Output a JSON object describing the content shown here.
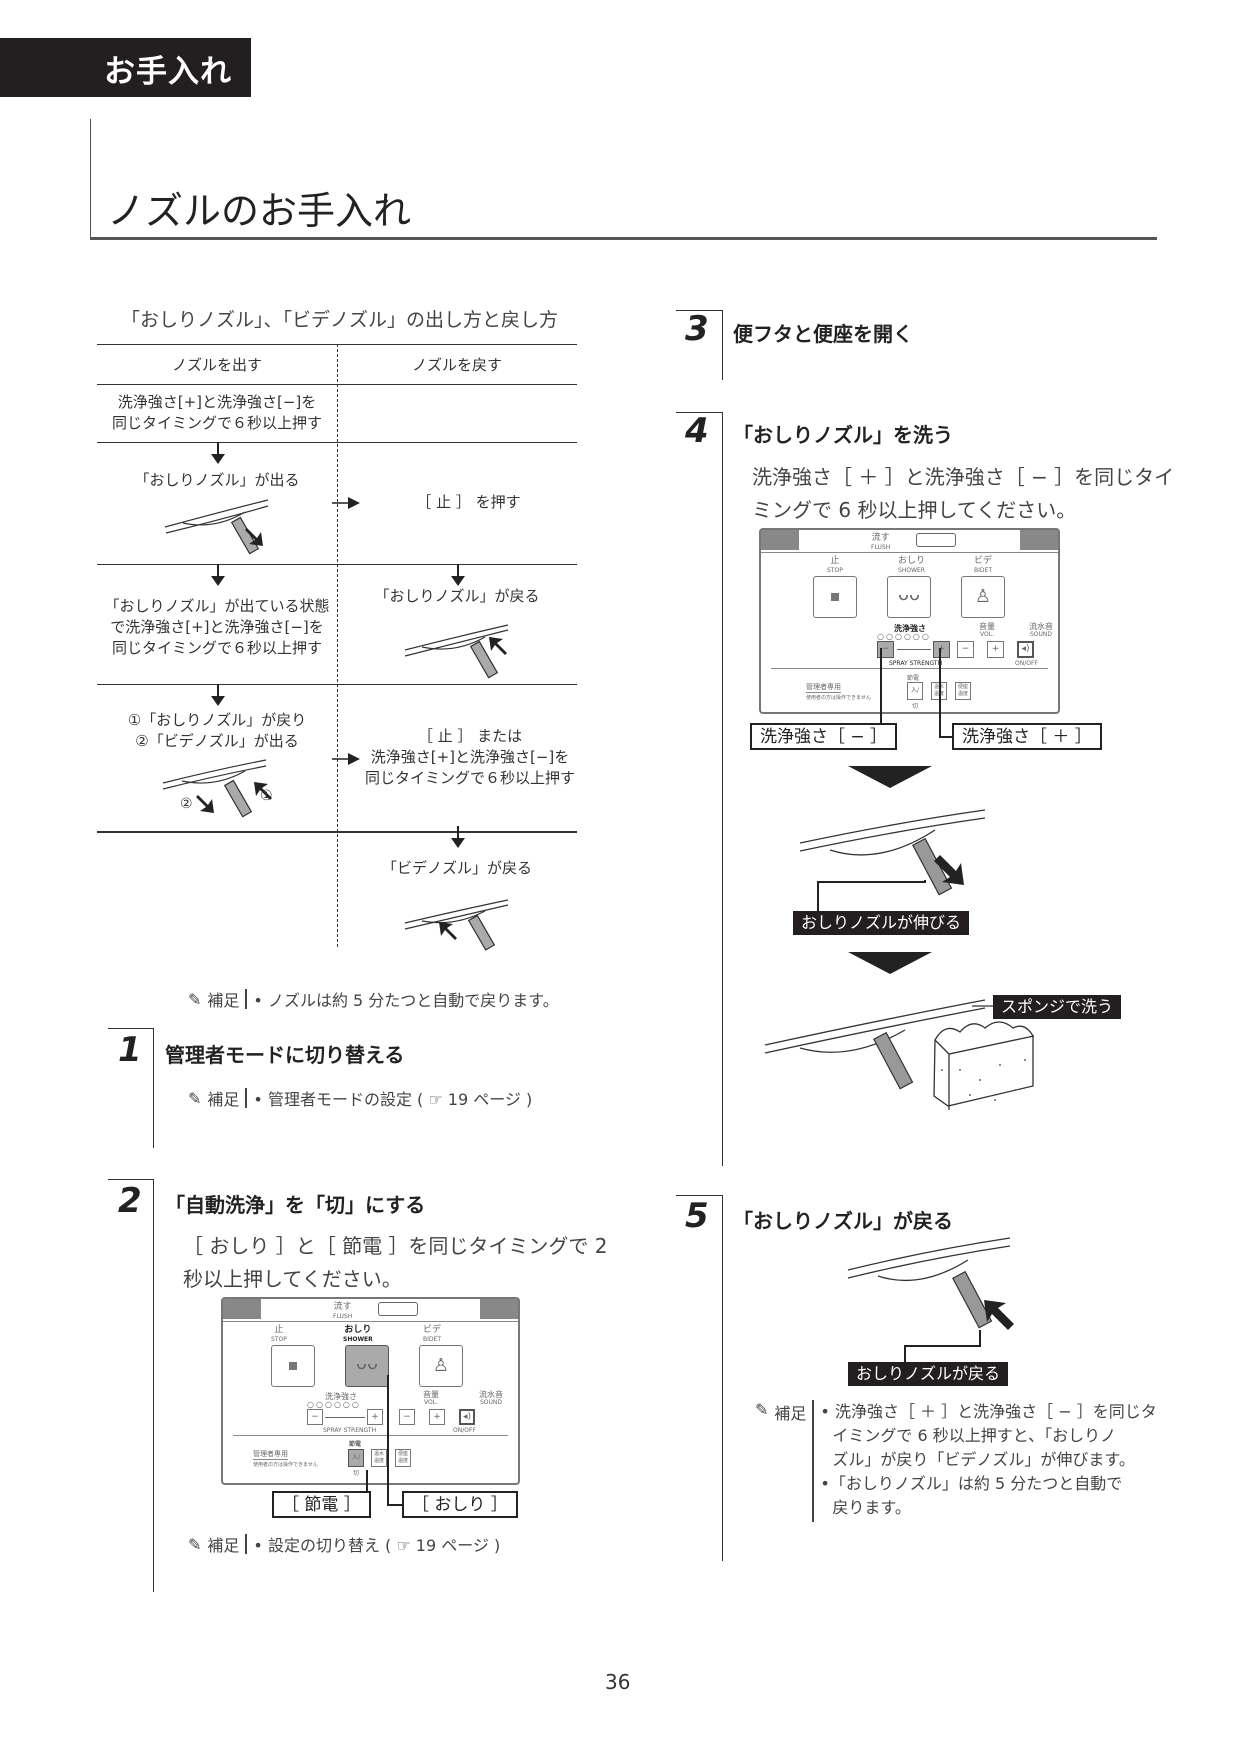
{
  "header": {
    "section_tab": "お手入れ",
    "page_title": "ノズルのお手入れ"
  },
  "table": {
    "title": "「おしりノズル」、「ビデノズル」の出し方と戻し方",
    "col_out": "ノズルを出す",
    "col_in": "ノズルを戻す",
    "r1_out": [
      "洗浄強さ[+]と洗浄強さ[−]を",
      "同じタイミングで６秒以上押す"
    ],
    "r2_out": "「おしりノズル」が出る",
    "r2_in": "［ 止 ］ を押す",
    "r3_out": [
      "「おしりノズル」が出ている状態",
      "で洗浄強さ[+]と洗浄強さ[−]を",
      "同じタイミングで６秒以上押す"
    ],
    "r3_in": "「おしりノズル」が戻る",
    "r4_out": [
      "①「おしりノズル」が戻り",
      "②「ビデノズル」が出る"
    ],
    "r4_in": [
      "［ 止 ］ または",
      "洗浄強さ[+]と洗浄強さ[−]を",
      "同じタイミングで６秒以上押す"
    ],
    "r5_in": "「ビデノズル」が戻る",
    "mark1": "①",
    "mark2": "②"
  },
  "note_label": "補足",
  "note_table": "• ノズルは約 5 分たつと自動で戻ります。",
  "steps": [
    {
      "num": "1",
      "heading": "管理者モードに切り替える",
      "note": "• 管理者モードの設定 ( ☞ 19 ページ )"
    },
    {
      "num": "2",
      "heading": "「自動洗浄」を「切」にする",
      "body": [
        "［ おしり ］と［ 節電 ］を同じタイミングで 2",
        "秒以上押してください。"
      ],
      "callout_left": "［ 節電 ］",
      "callout_right": "［ おしり ］",
      "note": "• 設定の切り替え ( ☞ 19 ページ )"
    },
    {
      "num": "3",
      "heading": "便フタと便座を開く"
    },
    {
      "num": "4",
      "heading": "「おしりノズル」を洗う",
      "body": [
        "洗浄強さ［ ＋ ］と洗浄強さ［ − ］を同じタイ",
        "ミングで 6 秒以上押してください。"
      ],
      "callout_left": "洗浄強さ［ − ］",
      "callout_right": "洗浄強さ［ ＋ ］",
      "label_extend": "おしりノズルが伸びる",
      "label_sponge": "スポンジで洗う"
    },
    {
      "num": "5",
      "heading": "「おしりノズル」が戻る",
      "label_return": "おしりノズルが戻る",
      "note": [
        "• 洗浄強さ［ ＋ ］と洗浄強さ［ − ］を同じタ",
        "イミングで 6 秒以上押すと、「おしりノ",
        "ズル」が戻り「ビデノズル」が伸びます。",
        "•「おしりノズル」は約 5 分たつと自動で",
        "戻ります。"
      ]
    }
  ],
  "panel": {
    "flush": "流す",
    "flush_en": "FLUSH",
    "stop": "止",
    "stop_en": "STOP",
    "shower": "おしり",
    "shower_en": "SHOWER",
    "bidet": "ビデ",
    "bidet_en": "BIDET",
    "spray": "洗浄強さ",
    "spray_en": "SPRAY STRENGTH",
    "vol": "音量",
    "vol_en": "VOL.",
    "sound": "流水音",
    "sound_en": "SOUND",
    "onoff": "ON/OFF",
    "admin": "管理者専用",
    "admin_sub": "使用者の方は操作できません",
    "eco": "節電",
    "eco_btn": "入/切",
    "water": "温水温度",
    "seat": "便座温度",
    "minus": "−",
    "plus": "+"
  },
  "page_number": "36"
}
